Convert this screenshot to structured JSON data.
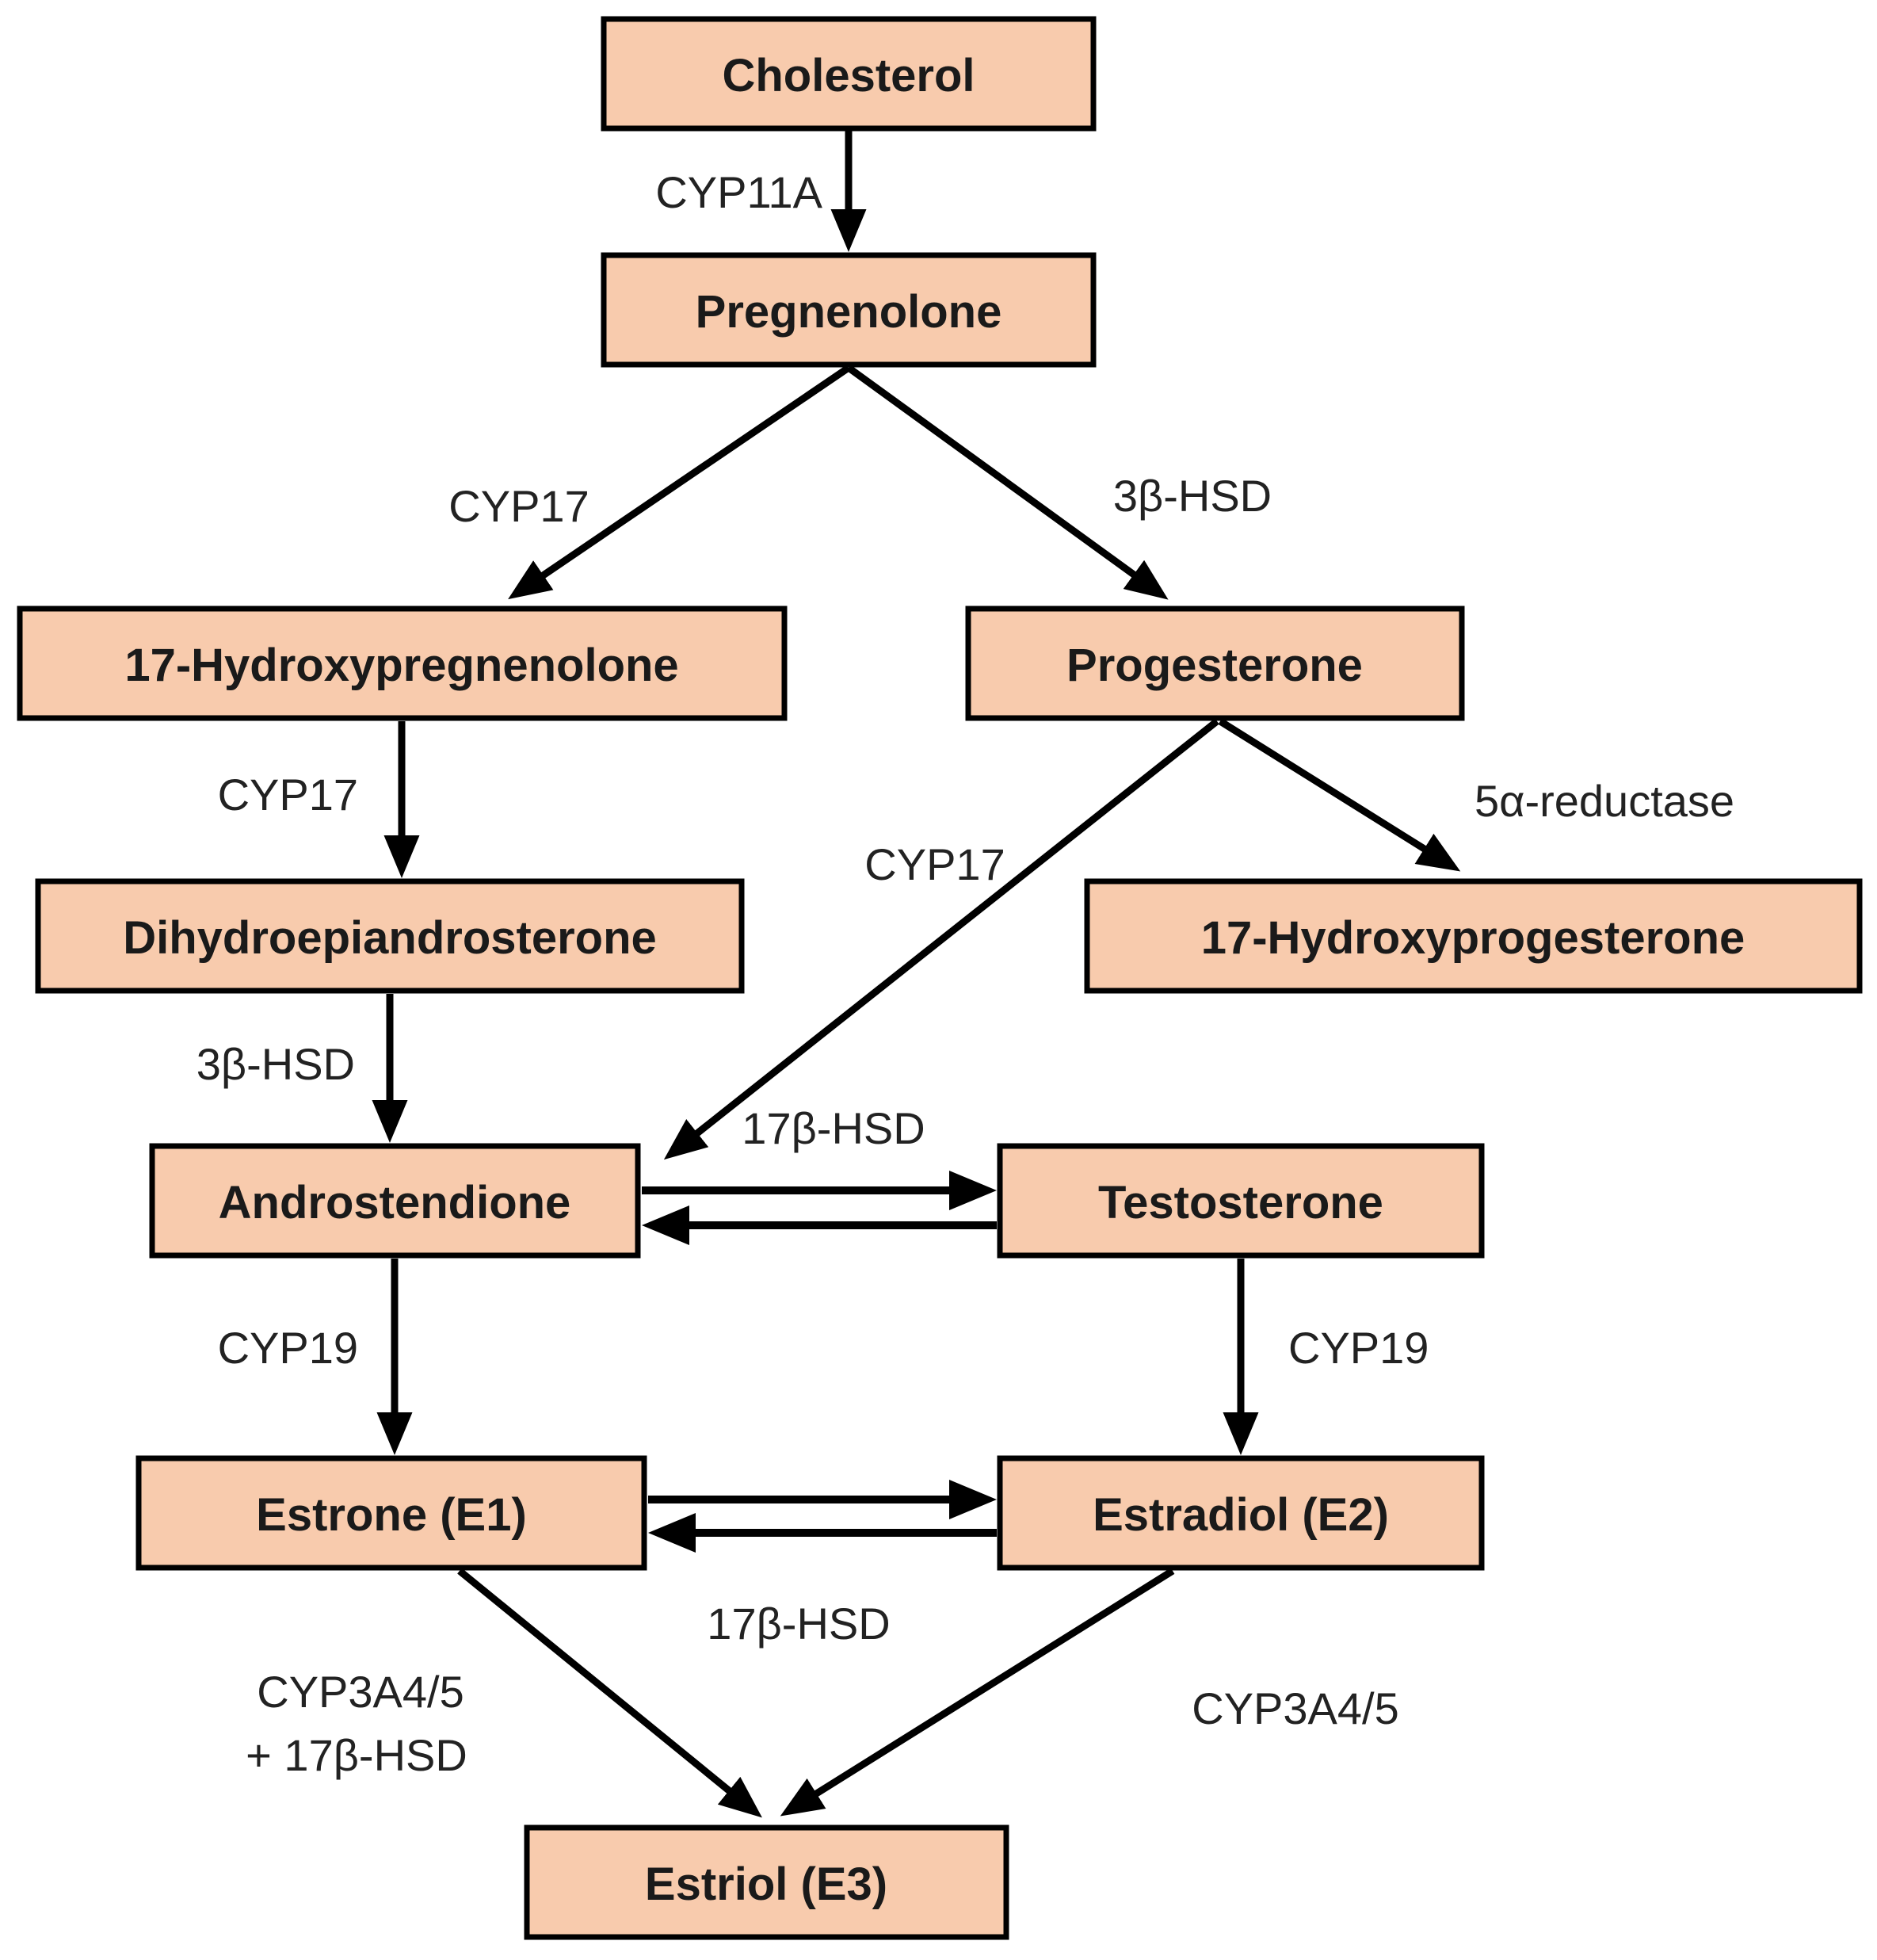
{
  "diagram": {
    "type": "pathway-flowchart",
    "colors": {
      "background": "#FFFFFF",
      "node_fill": "#F8CBAD",
      "node_border": "#000000",
      "arrow": "#000000",
      "text": "#1A1A1A"
    },
    "nodes": [
      {
        "id": "cholesterol",
        "label": "Cholesterol"
      },
      {
        "id": "pregnenolone",
        "label": "Pregnenolone"
      },
      {
        "id": "hydroxypregnenolone-17",
        "label": "17-Hydroxypregnenolone"
      },
      {
        "id": "progesterone",
        "label": "Progesterone"
      },
      {
        "id": "dihydroepiandrosterone",
        "label": "Dihydroepiandrosterone"
      },
      {
        "id": "hydroxyprogesterone-17",
        "label": "17-Hydroxyprogesterone"
      },
      {
        "id": "androstendione",
        "label": "Androstendione"
      },
      {
        "id": "testosterone",
        "label": "Testosterone"
      },
      {
        "id": "estrone",
        "label": "Estrone (E1)"
      },
      {
        "id": "estradiol",
        "label": "Estradiol (E2)"
      },
      {
        "id": "estriol",
        "label": "Estriol (E3)"
      }
    ],
    "edges": [
      {
        "from": "Cholesterol",
        "to": "Pregnenolone",
        "label": "CYP11A"
      },
      {
        "from": "Pregnenolone",
        "to": "17-Hydroxypregnenolone",
        "label": "CYP17"
      },
      {
        "from": "Pregnenolone",
        "to": "Progesterone",
        "label": "3β-HSD"
      },
      {
        "from": "17-Hydroxypregnenolone",
        "to": "Dihydroepiandrosterone",
        "label": "CYP17"
      },
      {
        "from": "Progesterone",
        "to": "17-Hydroxyprogesterone",
        "label": "5α-reductase"
      },
      {
        "from": "Progesterone",
        "to": "Androstendione",
        "label": "CYP17"
      },
      {
        "from": "Dihydroepiandrosterone",
        "to": "Androstendione",
        "label": "3β-HSD"
      },
      {
        "from": "Androstendione",
        "to": "Testosterone",
        "label": "17β-HSD",
        "bidirectional": true
      },
      {
        "from": "Androstendione",
        "to": "Estrone (E1)",
        "label": "CYP19"
      },
      {
        "from": "Testosterone",
        "to": "Estradiol (E2)",
        "label": "CYP19"
      },
      {
        "from": "Estrone (E1)",
        "to": "Estradiol (E2)",
        "label": "17β-HSD",
        "bidirectional": true
      },
      {
        "from": "Estrone (E1)",
        "to": "Estriol (E3)",
        "label": "CYP3A4/5 + 17β-HSD",
        "label_line1": "CYP3A4/5",
        "label_line2": "+ 17β-HSD"
      },
      {
        "from": "Estradiol (E2)",
        "to": "Estriol (E3)",
        "label": "CYP3A4/5"
      }
    ]
  }
}
